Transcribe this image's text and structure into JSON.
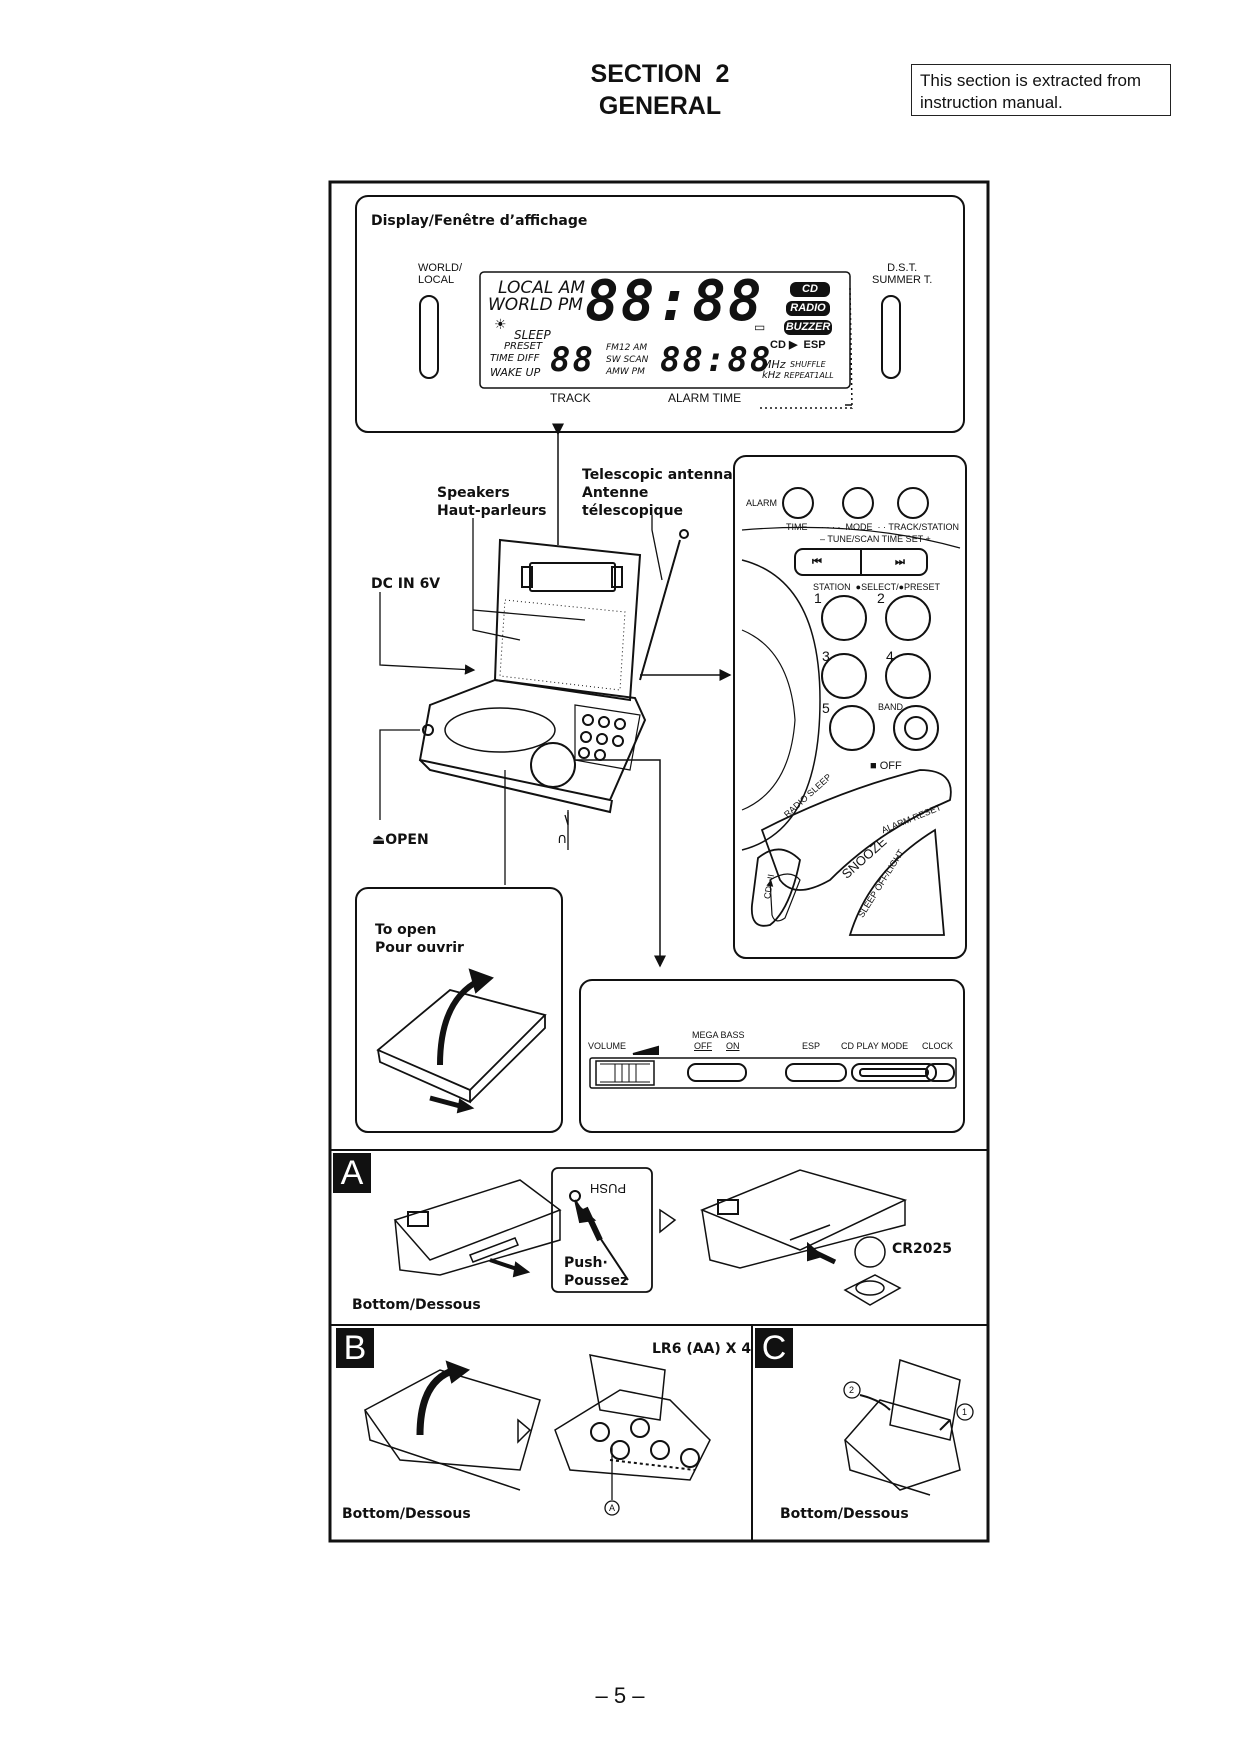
{
  "header": {
    "section_line": "SECTION  2",
    "general_line": "GENERAL",
    "note": "This section is extracted from instruction manual."
  },
  "display_panel": {
    "title": "Display/Fenêtre d’affichage",
    "world_local": "WORLD/\nLOCAL",
    "dst": "D.S.T.\nSUMMER T.",
    "local_am": "LOCAL AM",
    "world_pm": "WORLD PM",
    "sleep": "SLEEP",
    "preset": "PRESET",
    "time_diff": "TIME DIFF",
    "wake_up": "WAKE UP",
    "big_digits": "88:88",
    "small_digits_left": "88",
    "small_digits_right": "88:88",
    "fm12_am": "FM12 AM",
    "sw_scan": "SW SCAN",
    "amw_pm": "AMW PM",
    "badge_cd": "CD",
    "badge_radio": "RADIO",
    "badge_buzzer": "BUZZER",
    "cd_esp": "CD ▶  ESP",
    "mhz": "MHz",
    "khz": "kHz",
    "shuffle": "SHUFFLE",
    "repeat": "REPEAT1ALL",
    "track": "TRACK",
    "alarm_time": "ALARM TIME"
  },
  "callouts": {
    "speakers": "Speakers\nHaut-parleurs",
    "antenna": "Telescopic antenna\nAntenne\ntélescopique",
    "dc_in": "DC IN 6V",
    "open": "OPEN",
    "to_open": "To open\nPour ouvrir"
  },
  "control_panel": {
    "alarm": "ALARM",
    "time_row": "TIME · · · · · ·  MODE  · · TRACK/STATION",
    "tune_row": "– TUNE/SCAN TIME SET +",
    "station_row": "STATION  ●SELECT/●PRESET",
    "num_1": "1",
    "num_2": "2",
    "num_3": "3",
    "num_4": "4",
    "num_5": "5",
    "band": "BAND",
    "off": "■ OFF",
    "radio_sleep": "RADIO SLEEP",
    "alarm_reset": "ALARM RESET",
    "snooze": "SNOOZE",
    "sleep_off_light": "SLEEP OFF/LIGHT",
    "cd_play": "CD▶II"
  },
  "bottom_panel": {
    "volume": "VOLUME",
    "mega_bass": "MEGA BASS",
    "off": "OFF",
    "on": "ON",
    "esp": "ESP",
    "cd_play_mode": "CD PLAY MODE",
    "clock": "CLOCK"
  },
  "section_a": {
    "letter": "A",
    "push": "PUSH",
    "push_label": "Push·\nPoussez",
    "cr2025": "CR2025",
    "bottom": "Bottom/Dessous"
  },
  "section_b": {
    "letter": "B",
    "battery": "LR6 (AA) X 4",
    "marker": "A",
    "bottom": "Bottom/Dessous"
  },
  "section_c": {
    "letter": "C",
    "step_1": "1",
    "step_2": "2",
    "bottom": "Bottom/Dessous"
  },
  "page_number": "– 5 –"
}
